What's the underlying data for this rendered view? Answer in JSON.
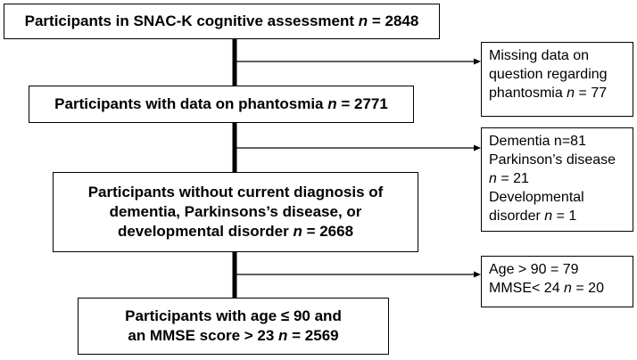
{
  "main_boxes": [
    {
      "lines": [
        {
          "text": "Participants in SNAC-K cognitive assessment ",
          "n_label": "n",
          "value": " = 2848"
        }
      ]
    },
    {
      "lines": [
        {
          "text": "Participants with data on phantosmia ",
          "n_label": "n",
          "value": " = 2771"
        }
      ]
    },
    {
      "lines": [
        {
          "text": "Participants without current diagnosis of",
          "n_label": "",
          "value": ""
        },
        {
          "text": "dementia, Parkinsons’s disease, or",
          "n_label": "",
          "value": ""
        },
        {
          "text": "developmental disorder ",
          "n_label": "n",
          "value": " = 2668"
        }
      ]
    },
    {
      "lines": [
        {
          "text": "Participants with age ≤ 90 and",
          "n_label": "",
          "value": ""
        },
        {
          "text": "an MMSE score > 23 ",
          "n_label": "n",
          "value": " = 2569"
        }
      ]
    }
  ],
  "side_boxes": [
    {
      "lines": [
        {
          "text": "Missing data on",
          "n_label": "",
          "value": ""
        },
        {
          "text": "question regarding",
          "n_label": "",
          "value": ""
        },
        {
          "text": "phantosmia ",
          "n_label": "n",
          "value": " = 77"
        }
      ]
    },
    {
      "lines": [
        {
          "text": "Dementia n=81",
          "n_label": "",
          "value": ""
        },
        {
          "text": "Parkinson’s disease",
          "n_label": "",
          "value": ""
        },
        {
          "text": "",
          "n_label": "n",
          "value": " = 21"
        },
        {
          "text": "Developmental",
          "n_label": "",
          "value": ""
        },
        {
          "text": "disorder ",
          "n_label": "n",
          "value": " = 1"
        }
      ]
    },
    {
      "lines": [
        {
          "text": "Age > 90 = 79",
          "n_label": "",
          "value": ""
        },
        {
          "text": "MMSE< 24 ",
          "n_label": "n",
          "value": " = 20"
        }
      ]
    }
  ]
}
